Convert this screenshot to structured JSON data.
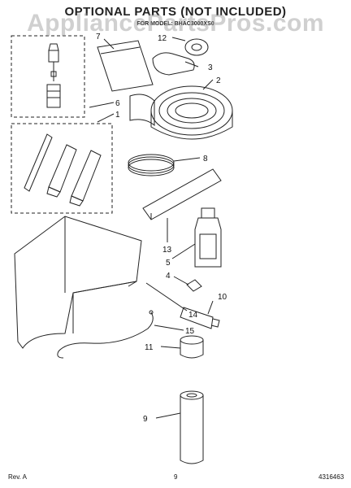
{
  "header": {
    "title": "OPTIONAL PARTS (NOT INCLUDED)",
    "model": "FOR MODEL: BHAC3000XS0"
  },
  "watermark": {
    "text": "AppliancePartsPros.com"
  },
  "callouts": [
    {
      "id": "c1",
      "label": "1"
    },
    {
      "id": "c2",
      "label": "2"
    },
    {
      "id": "c3",
      "label": "3"
    },
    {
      "id": "c4",
      "label": "4"
    },
    {
      "id": "c5",
      "label": "5"
    },
    {
      "id": "c6",
      "label": "6"
    },
    {
      "id": "c7",
      "label": "7"
    },
    {
      "id": "c8",
      "label": "8"
    },
    {
      "id": "c9",
      "label": "9"
    },
    {
      "id": "c10",
      "label": "10"
    },
    {
      "id": "c11",
      "label": "11"
    },
    {
      "id": "c12",
      "label": "12"
    },
    {
      "id": "c13",
      "label": "13"
    },
    {
      "id": "c14",
      "label": "14"
    },
    {
      "id": "c15",
      "label": "15"
    }
  ],
  "footer": {
    "rev": "Rev. A",
    "page": "9",
    "part_number": "4316463"
  },
  "colors": {
    "ink": "#222222",
    "paper": "#ffffff",
    "watermark": "#969696"
  }
}
